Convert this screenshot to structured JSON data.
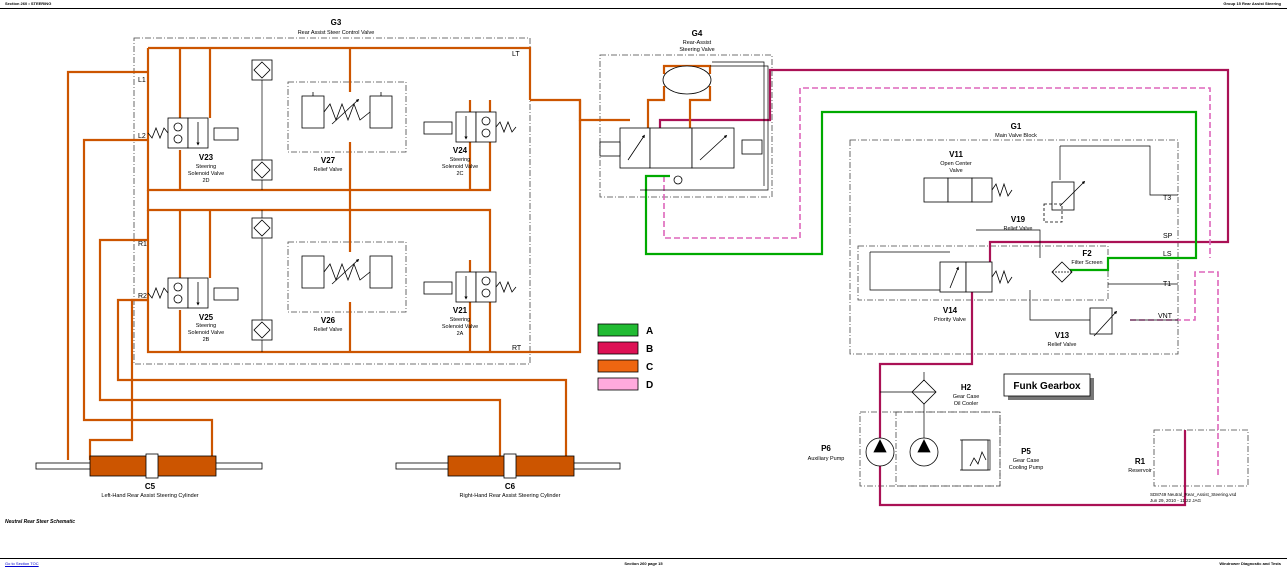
{
  "header": {
    "left": "Section 260 • STEERING",
    "right": "Group 15 Rear Assist Steering"
  },
  "caption": "Neutral Rear Steer Schematic",
  "footer": {
    "left": "Go to Section TOC",
    "center": "Section 260 page 15",
    "right": "Windrower Diagnostic and Tests"
  },
  "colors": {
    "A": "#00aa00",
    "B": "#aa1155",
    "C": "#cc5500",
    "D": "#dd66bb"
  },
  "legend": [
    {
      "key": "A",
      "label": "A",
      "color": "#22bb33"
    },
    {
      "key": "B",
      "label": "B",
      "color": "#dd1155"
    },
    {
      "key": "C",
      "label": "C",
      "color": "#ee6611"
    },
    {
      "key": "D",
      "label": "D",
      "color": "#ffaadd"
    }
  ],
  "components": {
    "g3": {
      "id": "G3",
      "name": "Rear Assist Steer Control Valve"
    },
    "g4": {
      "id": "G4",
      "name1": "Rear-Assist",
      "name2": "Steering Valve"
    },
    "g1": {
      "id": "G1",
      "name": "Main Valve Block"
    },
    "v23": {
      "id": "V23",
      "l1": "Steering",
      "l2": "Solenoid Valve",
      "l3": "2D"
    },
    "v24": {
      "id": "V24",
      "l1": "Steering",
      "l2": "Solenoid Valve",
      "l3": "2C"
    },
    "v25": {
      "id": "V25",
      "l1": "Steering",
      "l2": "Solenoid Valve",
      "l3": "2B"
    },
    "v21": {
      "id": "V21",
      "l1": "Steering",
      "l2": "Solenoid Valve",
      "l3": "2A"
    },
    "v27": {
      "id": "V27",
      "name": "Relief Valve"
    },
    "v26": {
      "id": "V26",
      "name": "Relief Valve"
    },
    "v11": {
      "id": "V11",
      "l1": "Open Center",
      "l2": "Valve"
    },
    "v19": {
      "id": "V19",
      "name": "Relief Valve"
    },
    "f2": {
      "id": "F2",
      "name": "Filter Screen"
    },
    "v14": {
      "id": "V14",
      "name": "Priority Valve"
    },
    "v13": {
      "id": "V13",
      "name": "Relief Valve"
    },
    "h2": {
      "id": "H2",
      "l1": "Gear Case",
      "l2": "Oil Cooler"
    },
    "p6": {
      "id": "P6",
      "name": "Auxiliary Pump"
    },
    "p5": {
      "id": "P5",
      "l1": "Gear Case",
      "l2": "Cooling Pump"
    },
    "r1": {
      "id": "R1",
      "name": "Reservoir"
    },
    "c5": {
      "id": "C5",
      "name": "Left-Hand Rear Assist Steering Cylinder"
    },
    "c6": {
      "id": "C6",
      "name": "Right-Hand Rear Assist Steering Cylinder"
    },
    "funk": {
      "label": "Funk Gearbox"
    }
  },
  "ports": {
    "l1": "L1",
    "l2": "L2",
    "r1": "R1",
    "r2": "R2",
    "lt": "LT",
    "rt": "RT",
    "t3": "T3",
    "sp": "SP",
    "ls": "LS",
    "t1": "T1",
    "vnt": "VNT"
  },
  "file_note": {
    "line1": "SD8749 Neutral_Rear_Assist_Steering.vsd",
    "line2": "Jun 29, 2010  -  11:22 JAG"
  }
}
